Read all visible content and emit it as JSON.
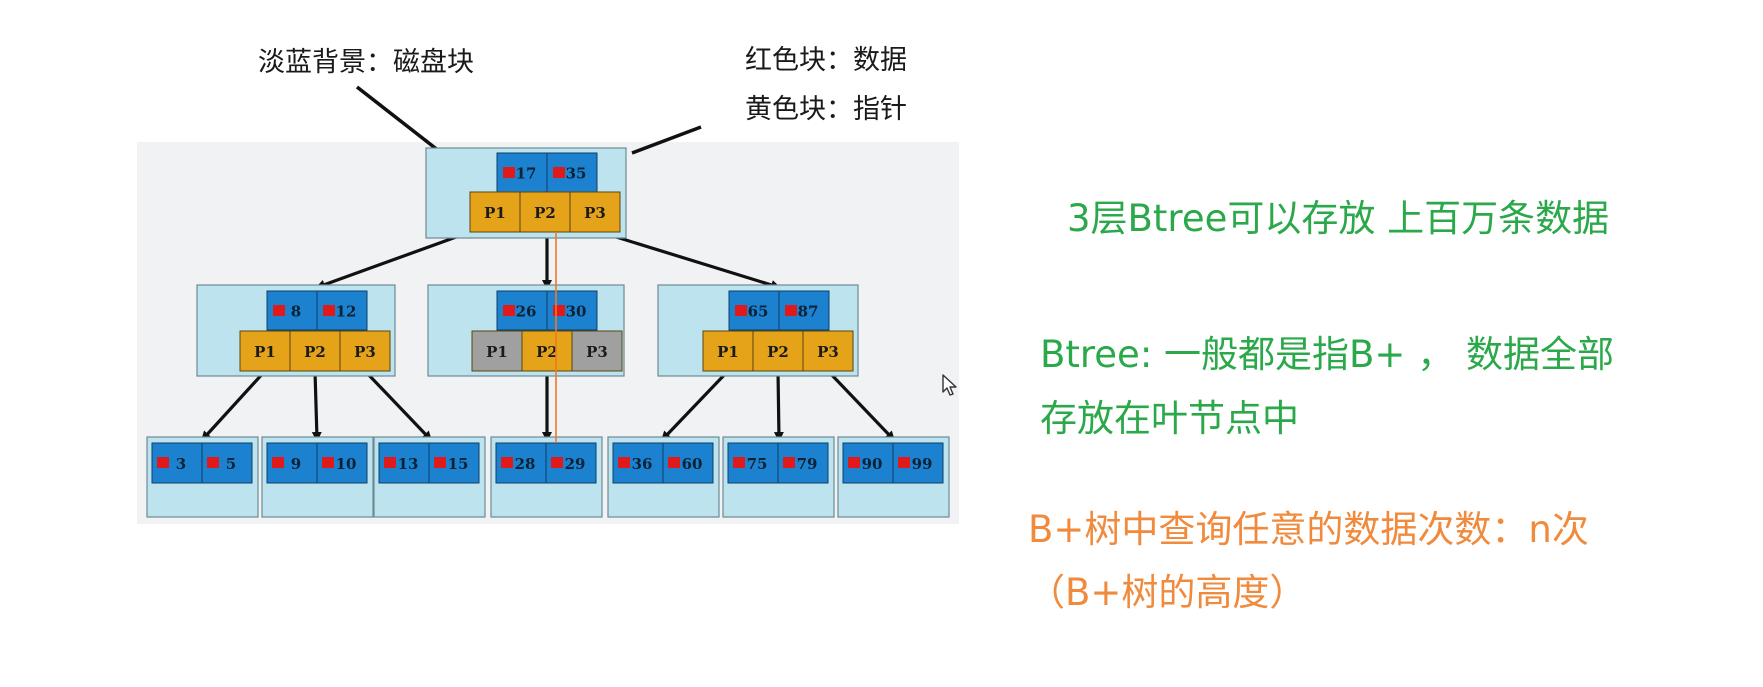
{
  "labels": {
    "background_legend": "淡蓝背景：磁盘块",
    "red_legend": "红色块：数据",
    "yellow_legend": "黄色块：指针"
  },
  "notes": {
    "note1": "3层Btree可以存放 上百万条数据",
    "note2_line1": "Btree: 一般都是指B+ ， 数据全部",
    "note2_line2": "存放在叶节点中",
    "note3_line1": "B+树中查询任意的数据次数：n次",
    "note3_line2": "（B+树的高度）"
  },
  "colors": {
    "disk_block": "#bde3ee",
    "data_cell": "#1c82cf",
    "pointer_cell": "#e5a31a",
    "pointer_unused": "#a0a0a0",
    "data_marker": "#e0191b",
    "highlight_line": "#f07828",
    "green_text": "#2aa84a",
    "orange_text": "#f08a3c"
  },
  "tree": {
    "root": {
      "keys": [
        "17",
        "35"
      ],
      "pointers": [
        "P1",
        "P2",
        "P3"
      ]
    },
    "level2": [
      {
        "keys": [
          "8",
          "12"
        ],
        "pointers": [
          "P1",
          "P2",
          "P3"
        ]
      },
      {
        "keys": [
          "26",
          "30"
        ],
        "pointers": [
          "P1",
          "P2",
          "P3"
        ],
        "active_pointer": "P2"
      },
      {
        "keys": [
          "65",
          "87"
        ],
        "pointers": [
          "P1",
          "P2",
          "P3"
        ]
      }
    ],
    "leaves": [
      {
        "keys": [
          "3",
          "5"
        ]
      },
      {
        "keys": [
          "9",
          "10"
        ]
      },
      {
        "keys": [
          "13",
          "15"
        ]
      },
      {
        "keys": [
          "28",
          "29"
        ]
      },
      {
        "keys": [
          "36",
          "60"
        ]
      },
      {
        "keys": [
          "75",
          "79"
        ]
      },
      {
        "keys": [
          "90",
          "99"
        ]
      }
    ]
  }
}
